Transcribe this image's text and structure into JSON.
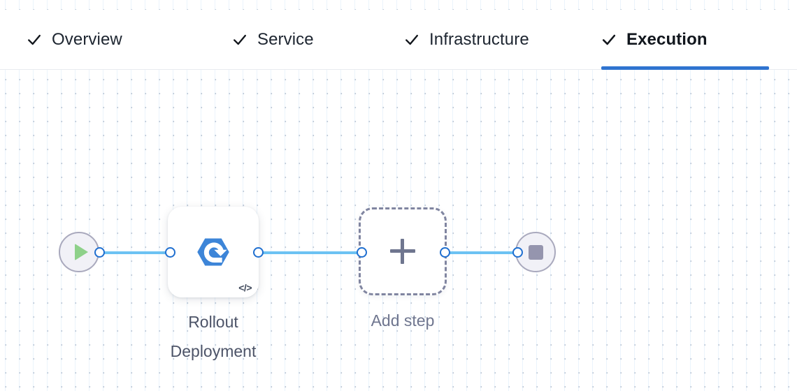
{
  "wizard": {
    "tabs": [
      {
        "id": "overview",
        "label": "Overview",
        "check_icon": "check-icon",
        "completed": true,
        "active": false
      },
      {
        "id": "service",
        "label": "Service",
        "check_icon": "check-icon",
        "completed": true,
        "active": false
      },
      {
        "id": "infrastructure",
        "label": "Infrastructure",
        "check_icon": "check-icon",
        "completed": true,
        "active": false
      },
      {
        "id": "execution",
        "label": "Execution",
        "check_icon": "check-icon",
        "completed": true,
        "active": true
      }
    ],
    "active_tab": "Execution",
    "active_indicator_color": "#2f74d0"
  },
  "pipeline": {
    "start_node": {
      "name": "start-node",
      "icon": "play-icon",
      "icon_color": "#8ed18a",
      "fill": "#f1f1f7",
      "border": "#a9a9bd"
    },
    "steps": [
      {
        "id": "rollout-deployment",
        "label": "Rollout\nDeployment",
        "icon": "rollout-deployment-icon",
        "icon_color": "#3d85d8",
        "badge_icon": "code-icon",
        "badge_label": "</>"
      }
    ],
    "add_step": {
      "label": "Add step",
      "icon": "plus-icon",
      "border_style": "dashed",
      "border_color": "#8085a0"
    },
    "end_node": {
      "name": "end-node",
      "icon": "stop-icon",
      "icon_color": "#9595ae",
      "fill": "#f1f1f7",
      "border": "#a9a9bd"
    },
    "edges": [
      {
        "from": "start-node",
        "to": "rollout-deployment"
      },
      {
        "from": "rollout-deployment",
        "to": "add-step"
      },
      {
        "from": "add-step",
        "to": "end-node"
      }
    ],
    "edge_color": "#6cc2f3",
    "port_color": "#1f6fd0"
  },
  "canvas": {
    "grid": "dot-grid",
    "dot_color": "#c2cad6",
    "line_color": "#dbecfa",
    "background": "#ffffff"
  }
}
